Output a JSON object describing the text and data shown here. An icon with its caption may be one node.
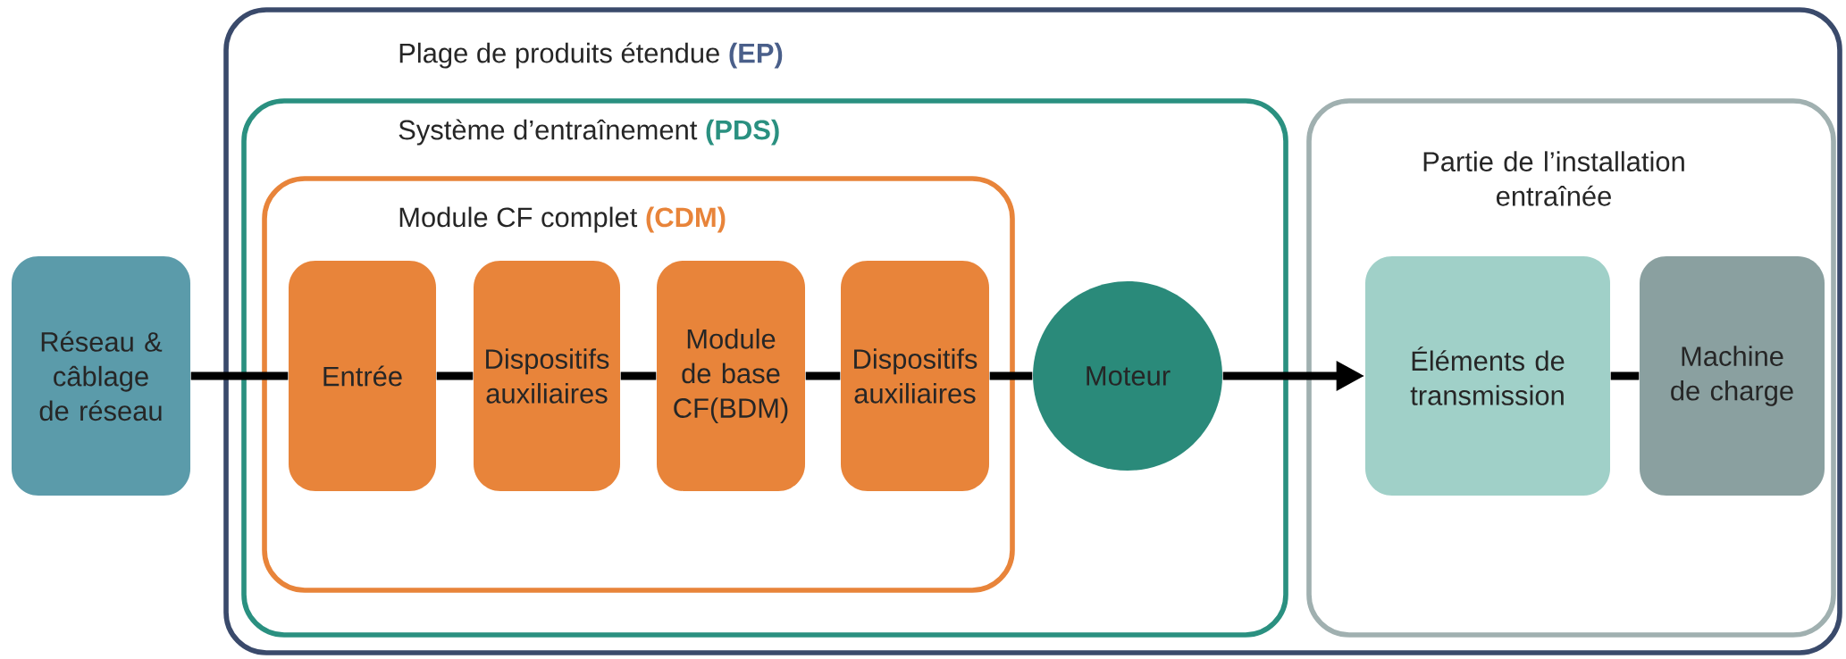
{
  "diagram": {
    "nodes": [
      {
        "text": [
          "Réseau & câblage de réseau"
        ]
      },
      {
        "text": [
          "Plage de produits étendue",
          "(EP)"
        ]
      },
      {
        "text": [
          "Système d’entraînement",
          "(PDS)"
        ],
        "in": 1
      },
      {
        "text": [
          "Module CF complet",
          "(CDM)"
        ],
        "in": 2
      },
      {
        "text": [
          "Entrée"
        ],
        "in": 3
      },
      {
        "text": [
          "Dispositifs auxiliaires"
        ],
        "in": 3
      },
      {
        "text": [
          "Module de base CF(BDM)"
        ],
        "in": 3
      },
      {
        "text": [
          "Dispositifs auxiliaires"
        ],
        "in": 3
      },
      {
        "text": [
          "Moteur"
        ],
        "in": 2
      },
      {
        "text": [
          "Partie de l’installation entraînée"
        ],
        "in": 1
      },
      {
        "text": [
          "Éléments de transmission"
        ],
        "in": 9
      },
      {
        "text": [
          "Machine de charge"
        ],
        "in": 9
      }
    ],
    "edges": [
      {
        "from": 0,
        "to": 4,
        "arrow": "none"
      },
      {
        "from": 4,
        "to": 5,
        "arrow": "none"
      },
      {
        "from": 5,
        "to": 6,
        "arrow": "none"
      },
      {
        "from": 6,
        "to": 7,
        "arrow": "none"
      },
      {
        "from": 7,
        "to": 8,
        "arrow": "none"
      },
      {
        "from": 8,
        "to": 10,
        "arrow": "to"
      },
      {
        "from": 10,
        "to": 11,
        "arrow": "none"
      }
    ]
  }
}
